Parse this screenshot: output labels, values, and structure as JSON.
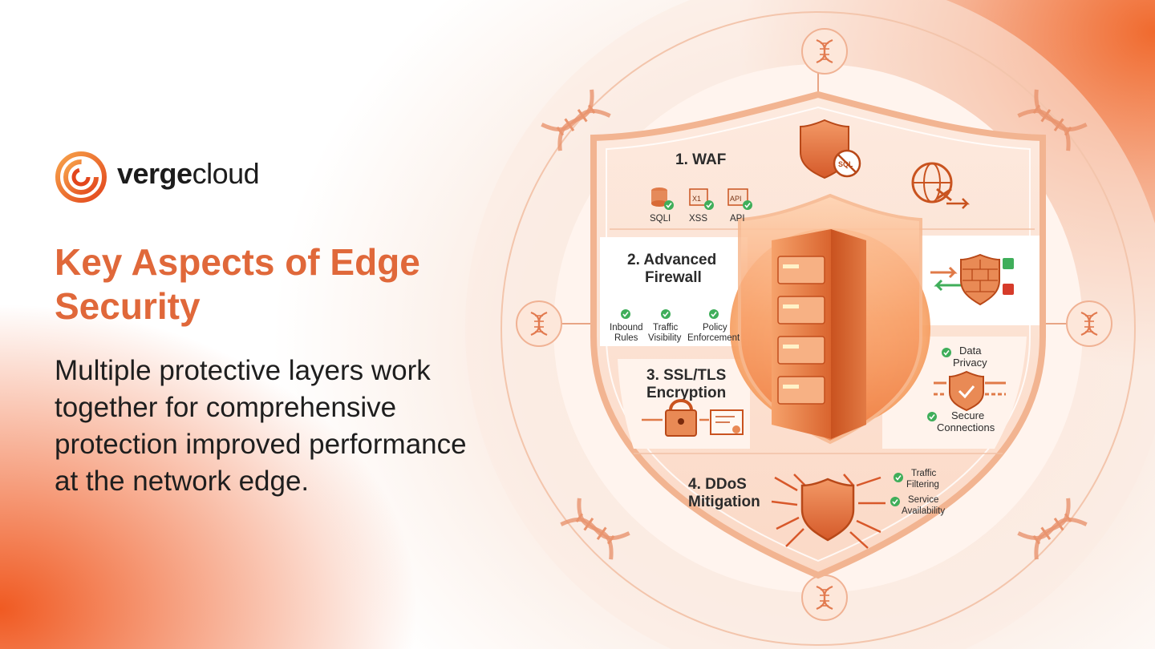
{
  "brand": {
    "name_bold": "verge",
    "name_light": "cloud"
  },
  "headline": "Key Aspects of Edge Security",
  "subheadline": "Multiple protective layers work together for comprehensive protection improved performance at the network edge.",
  "layers": {
    "waf": {
      "title": "1. WAF",
      "items": [
        "SQLI",
        "XSS",
        "API"
      ],
      "icon_text": [
        "X1",
        "API"
      ],
      "sql_badge": "SQL"
    },
    "firewall": {
      "title_line1": "2. Advanced",
      "title_line2": "Firewall",
      "items": [
        {
          "line1": "Inbound",
          "line2": "Rules"
        },
        {
          "line1": "Traffic",
          "line2": "Visibility"
        },
        {
          "line1": "Policy",
          "line2": "Enforcement"
        }
      ]
    },
    "ssl": {
      "title_line1": "3. SSL/TLS",
      "title_line2": "Encryption",
      "items": [
        {
          "line1": "Data",
          "line2": "Privacy"
        },
        {
          "line1": "Secure",
          "line2": "Connections"
        }
      ]
    },
    "ddos": {
      "title_line1": "4. DDoS",
      "title_line2": "Mitigation",
      "items": [
        {
          "line1": "Traffic",
          "line2": "Filtering"
        },
        {
          "line1": "Service",
          "line2": "Availability"
        }
      ]
    }
  },
  "colors": {
    "accent": "#e0683a",
    "brand_orange": "#f05a22",
    "check_green": "#3fae5a",
    "text_dark": "#1e1e1e"
  }
}
